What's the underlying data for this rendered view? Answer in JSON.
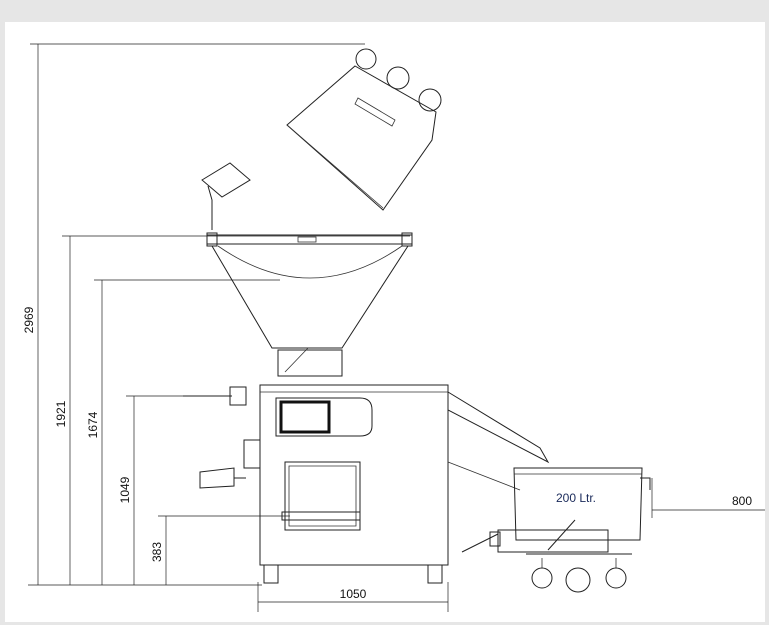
{
  "dimensions": {
    "total_height": "2969",
    "hopper_top_height": "1921",
    "hopper_cone_height": "1674",
    "machine_body_height": "1049",
    "outlet_height": "383",
    "machine_width": "1050",
    "lifter_reach": "800"
  },
  "trolley": {
    "capacity_label": "200 Ltr."
  },
  "colors": {
    "background": "#e6e6e6",
    "panel": "#ffffff",
    "line": "#222222"
  }
}
